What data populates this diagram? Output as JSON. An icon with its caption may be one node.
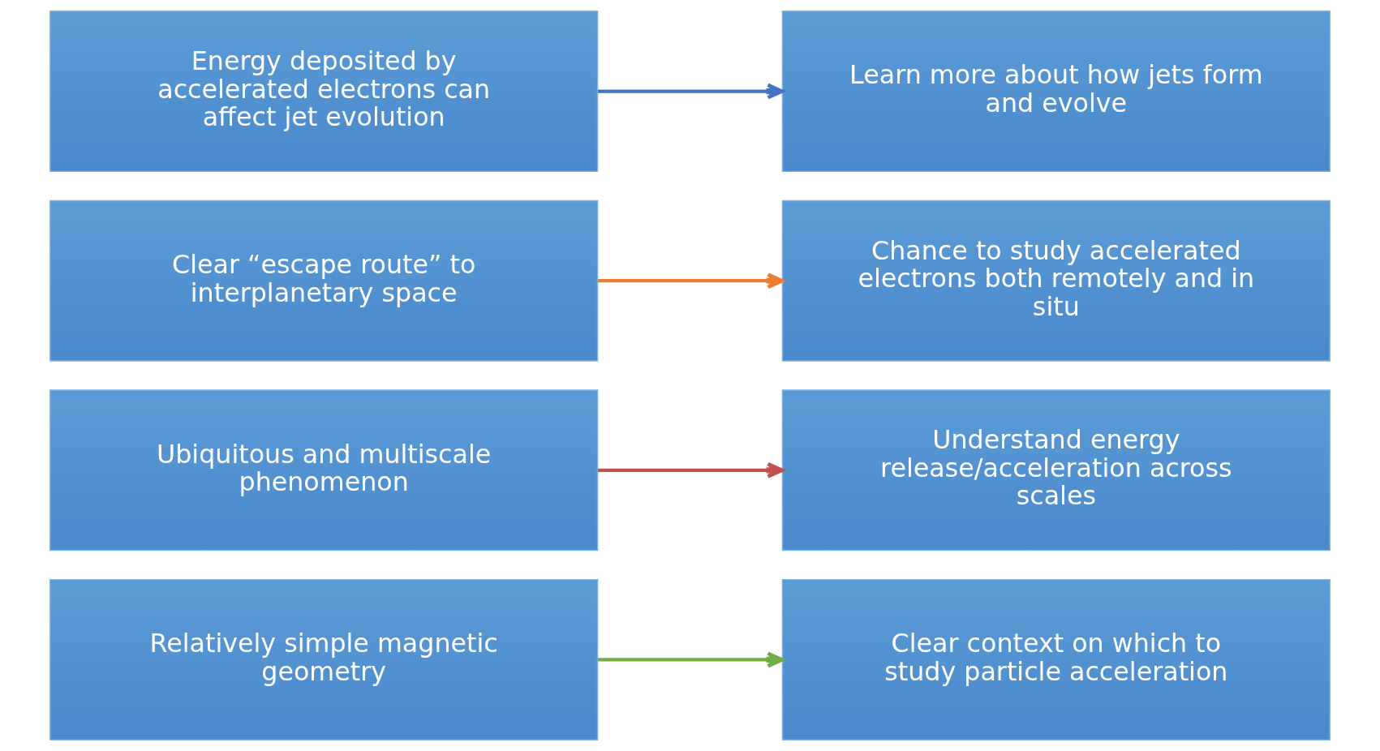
{
  "diagram": {
    "nodes": [
      {
        "text": [
          "Relatively simple magnetic geometry"
        ]
      },
      {
        "text": [
          "Clear context on which to study particle acceleration"
        ]
      },
      {
        "text": [
          "Ubiquitous and multiscale phenomenon"
        ]
      },
      {
        "text": [
          "Understand energy release/acceleration across scales"
        ]
      },
      {
        "text": [
          "Clear “escape route” to interplanetary space"
        ]
      },
      {
        "text": [
          "Chance to study accelerated electrons both remotely and in situ"
        ]
      },
      {
        "text": [
          "Energy deposited by accelerated electrons can affect jet evolution"
        ]
      },
      {
        "text": [
          "Learn more about how jets form and evolve"
        ]
      }
    ],
    "edges": [
      {
        "from": 0,
        "to": 1,
        "arrow": "to",
        "color": "#70ad47"
      },
      {
        "from": 2,
        "to": 3,
        "arrow": "to",
        "color": "#c0504d"
      },
      {
        "from": 4,
        "to": 5,
        "arrow": "to",
        "color": "#ed7d31"
      },
      {
        "from": 6,
        "to": 7,
        "arrow": "to",
        "color": "#4472c4"
      }
    ]
  }
}
